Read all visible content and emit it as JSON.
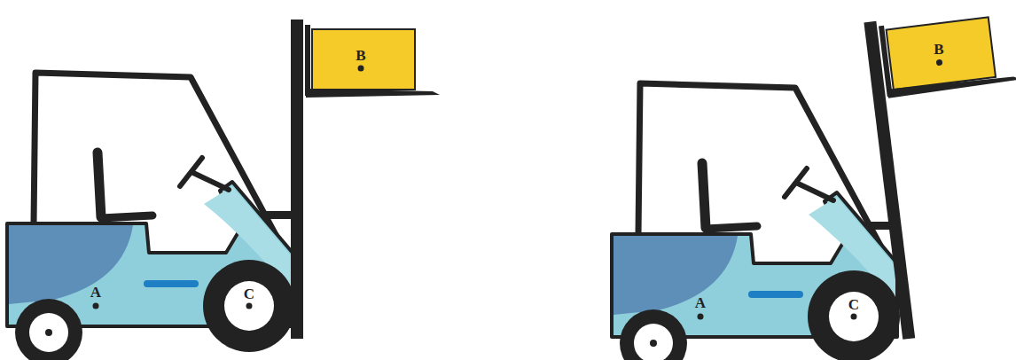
{
  "diagram": {
    "labels": [
      "B",
      "A",
      "C",
      "B",
      "A",
      "C"
    ]
  }
}
